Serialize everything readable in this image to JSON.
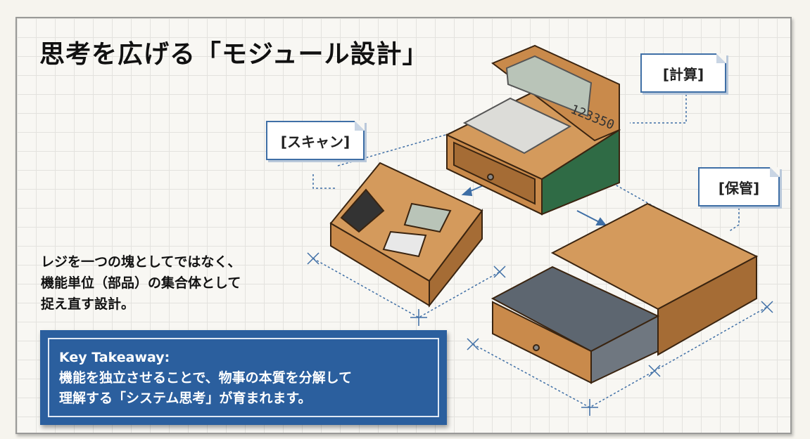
{
  "title": "思考を広げる「モジュール設計」",
  "description": [
    "レジを一つの塊としてではなく、",
    "機能単位（部品）の集合体として",
    "捉え直す設計。"
  ],
  "takeaway": {
    "heading": "Key Takeaway:",
    "lines": [
      "機能を独立させることで、物事の本質を分解して",
      "理解する「システム思考」が育まれます。"
    ]
  },
  "labels": {
    "calc": "[計算]",
    "scan": "[スキャン]",
    "storage": "[保管]"
  },
  "calculator_display": "123350",
  "colors": {
    "accent_blue": "#2b5f9e",
    "wood": "#c98a4b",
    "dim_line": "#3f6fa6"
  }
}
